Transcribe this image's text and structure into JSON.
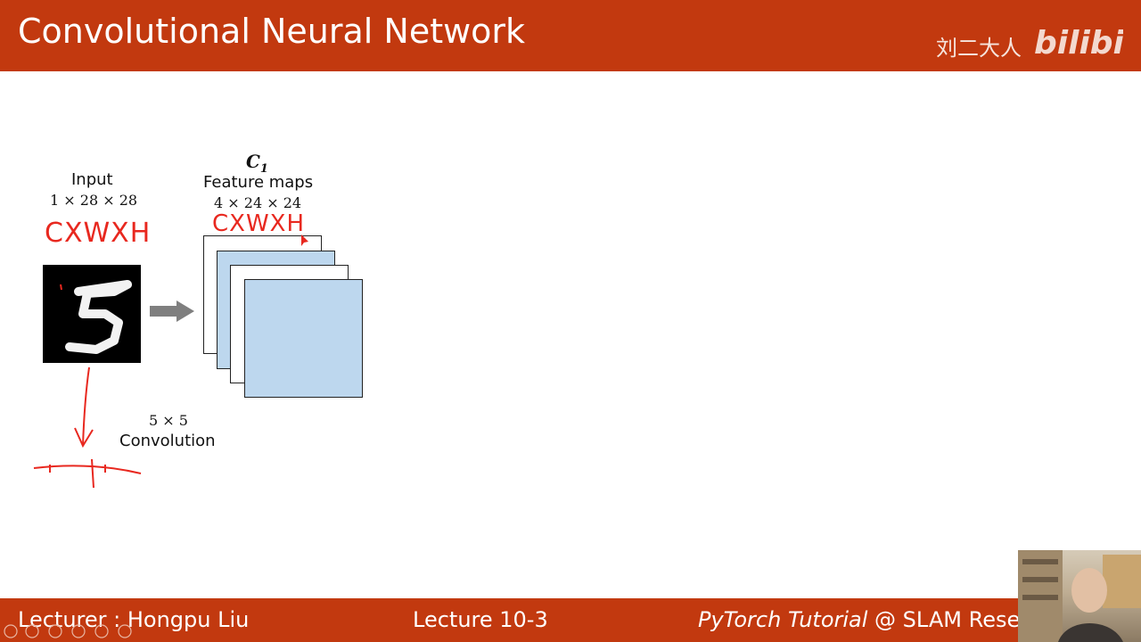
{
  "header": {
    "title": "Convolutional Neural Network",
    "uploader": "刘二大人",
    "logo_text": "bilibili"
  },
  "diagram": {
    "input": {
      "label": "Input",
      "shape": "1 × 28 × 28",
      "annotation": "CXWXH"
    },
    "c1": {
      "label": "C",
      "subscript": "1",
      "caption": "Feature maps",
      "shape": "4 × 24 × 24",
      "annotation": "CXWXH"
    },
    "convolution": {
      "kernel": "5 × 5",
      "label": "Convolution"
    }
  },
  "footer": {
    "lecturer": "Lecturer : Hongpu Liu",
    "lecture": "Lecture 10-3",
    "course_italic": "PyTorch Tutorial",
    "course_rest": " @ SLAM Resea"
  },
  "colors": {
    "accent": "#c2390f",
    "ink": "#e8281f",
    "feature_map_fill": "#bdd7ee"
  }
}
